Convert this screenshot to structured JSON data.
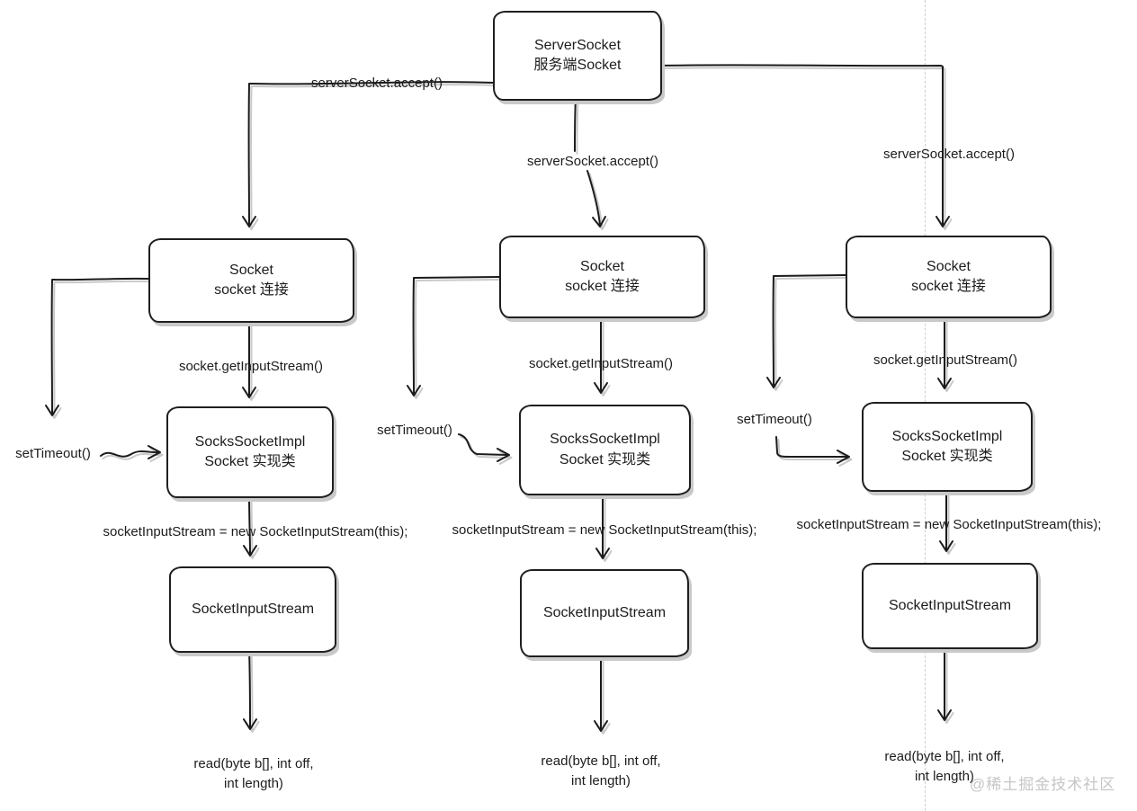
{
  "nodes": {
    "server_socket": {
      "title": "ServerSocket",
      "subtitle": "服务端Socket"
    },
    "socket": {
      "title": "Socket",
      "subtitle": "socket 连接"
    },
    "socks_socket_impl": {
      "title": "SocksSocketImpl",
      "subtitle": "Socket 实现类"
    },
    "socket_input_stream": {
      "title": "SocketInputStream"
    }
  },
  "labels": {
    "accept": "serverSocket.accept()",
    "get_input_stream": "socket.getInputStream()",
    "set_timeout": "setTimeout()",
    "new_input_stream": "socketInputStream = new SocketInputStream(this);",
    "read_line1": "read(byte b[], int off,",
    "read_line2": "int length)"
  },
  "watermark": "@稀土掘金技术社区",
  "colors": {
    "stroke": "#1b1b1b",
    "stroke_echo": "#c9c9c9",
    "guide_dashed": "#cfcfcf",
    "watermark_text": "#c6c6c6",
    "background": "#ffffff"
  }
}
